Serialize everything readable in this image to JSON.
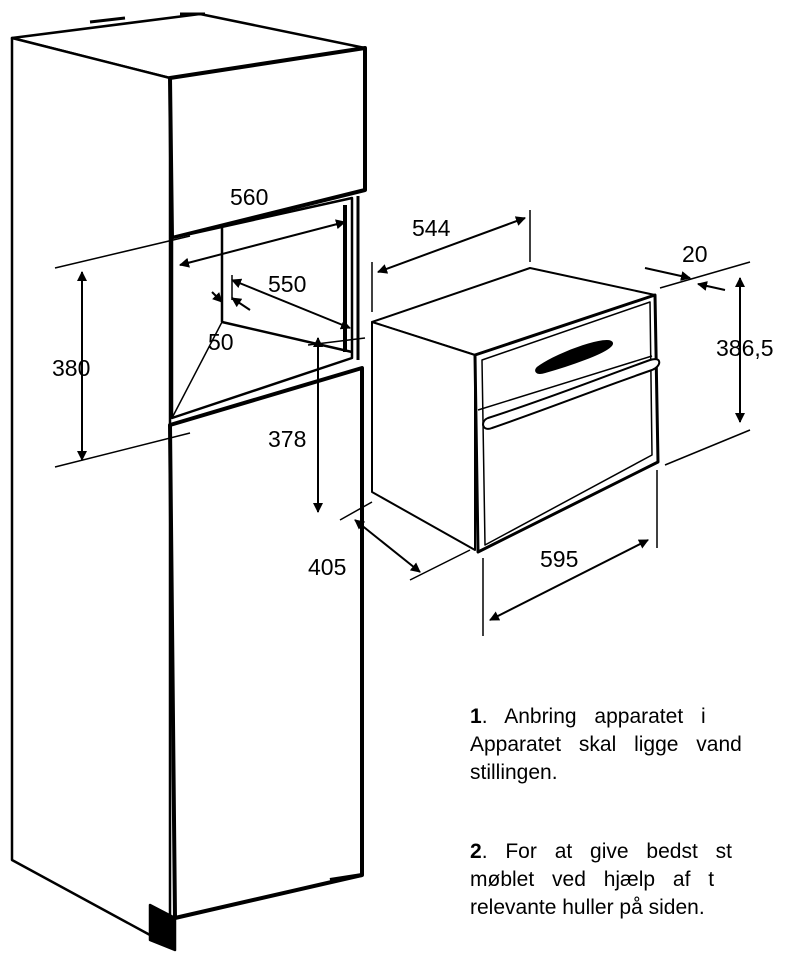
{
  "diagram": {
    "dimensions": {
      "cabinet_width": "560",
      "niche_depth": "550",
      "gap": "50",
      "niche_height": "380",
      "opening_height": "378",
      "oven_depth": "544",
      "front_thickness": "20",
      "front_height": "386,5",
      "oven_side_depth": "405",
      "front_width": "595"
    }
  },
  "instructions": [
    {
      "number": "1",
      "lines": [
        "Anbring apparatet i",
        "Apparatet skal ligge vand",
        "stillingen."
      ]
    },
    {
      "number": "2",
      "lines": [
        "For at give bedst st",
        "møblet ved hjælp af t",
        "relevante huller på siden."
      ]
    }
  ]
}
